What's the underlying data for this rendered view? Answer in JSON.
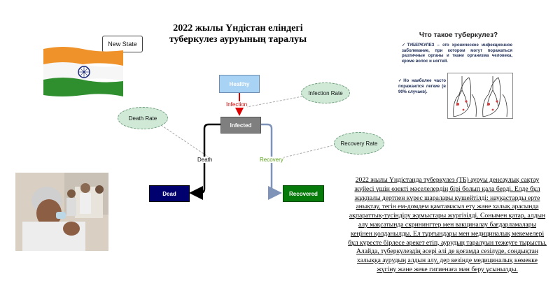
{
  "title": "2022 жылы Үндістан еліндегі туберкулез ауруының таралуы",
  "new_state_label": "New State",
  "flow": {
    "healthy": "Healthy",
    "infected": "Infected",
    "dead": "Dead",
    "recovered": "Recovered",
    "infection_rate": "Infection Rate",
    "death_rate": "Death Rate",
    "recovery_rate": "Recovery Rate",
    "edge_infection": "Infection",
    "edge_death": "Death",
    "edge_recovery": "Recovery"
  },
  "info": {
    "heading": "Что такое туберкулез?",
    "definition": "✓ТУБЕРКУЛЕЗ – это хроническое инфекционное заболевание, при котором могут поражаться различные органы и ткани организма человека, кроме волос и ногтей.",
    "lungs_note": "✓Но наиболее часто поражаются легкие (в 90% случаев)."
  },
  "paragraph": "2022 жылы Үндістанда туберкулез (ТБ) ауруы денсаулық сақтау жүйесі үшін өзекті мәселелердің бірі болып қала берді. Елде бұл жұқпалы дертпен күрес шаралары күшейтілді: науқастарды ерте анықтау, тегін ем-домдем қамтамасыз ету және халық арасында ақпараттық-түсіндіру жұмыстары жүргізілді. Сонымен қатар, алдын алу мақсатында скринингтер мен вакциналау бағдарламалары кеңінен қолданылды. Ел тұрғындары мен медициналық мекемелері бұл күресте бірлесе әрекет етіп, аурудың таралуын тежеуге тырысты. Алайда, туберкулездің әсері әлі де қоғамда сезілуде, сондықтан халыққа аурудың алдын алу, дер кезінде медициналық көмекке жүгіну және жеке гигиенаға мән беру ұсынылды.",
  "colors": {
    "healthy": "#a9d3f5",
    "infected": "#7f7f7f",
    "dead": "#00006e",
    "recovered": "#067a0a",
    "infection_edge": "#e00000",
    "death_edge": "#000000",
    "recovery_edge": "#7f93b8"
  },
  "icons": {
    "flag": "india-flag-icon",
    "photo": "patient-photo",
    "lungs": "lungs-diagram-icon"
  }
}
